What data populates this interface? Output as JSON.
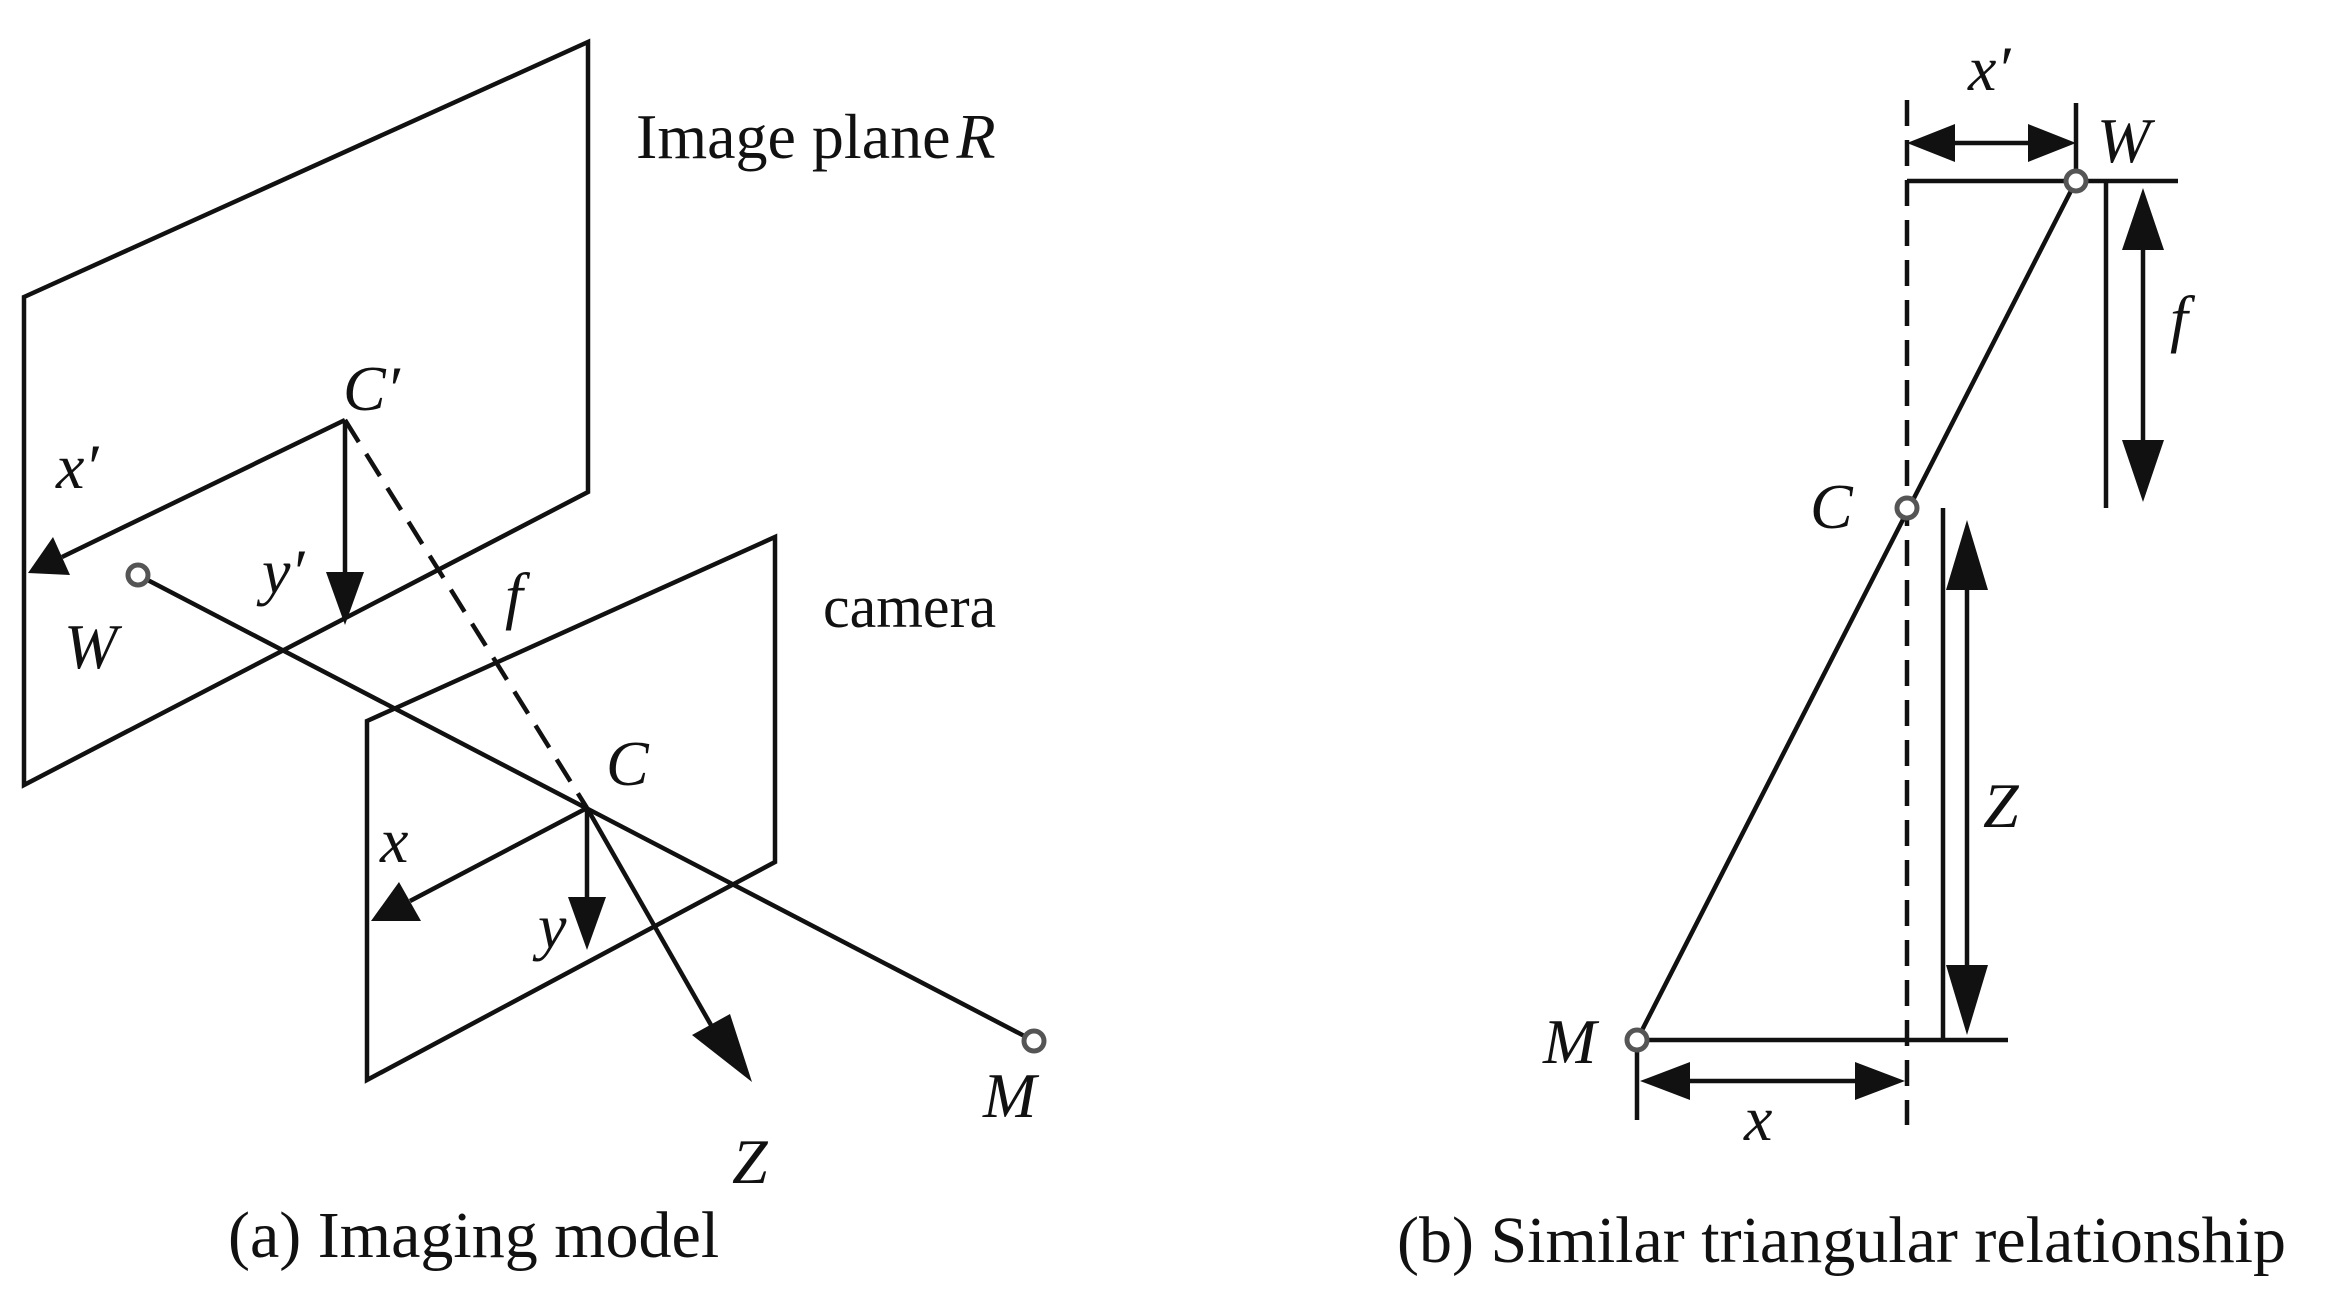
{
  "panel_a": {
    "caption": "(a) Imaging model",
    "image_plane_label": "Image plane",
    "image_plane_symbol": "R",
    "camera_label": "camera",
    "labels": {
      "c_prime": "C′",
      "x_prime": "x′",
      "y_prime": "y′",
      "w": "W",
      "f": "f",
      "c": "C",
      "x": "x",
      "y": "y",
      "z": "Z",
      "m": "M"
    }
  },
  "panel_b": {
    "caption": "(b) Similar triangular relationship",
    "labels": {
      "x_prime": "x′",
      "w": "W",
      "f": "f",
      "c": "C",
      "z": "Z",
      "m": "M",
      "x": "x"
    }
  }
}
